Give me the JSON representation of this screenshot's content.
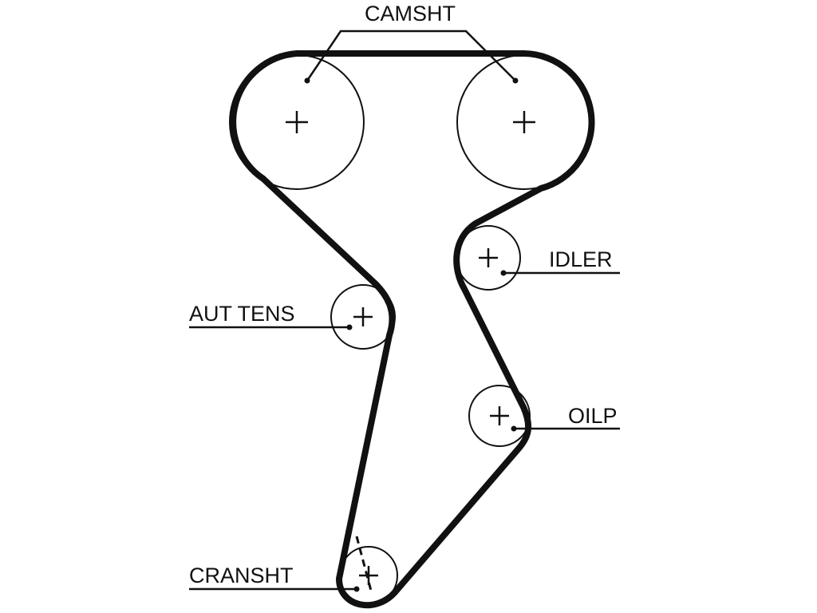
{
  "labels": {
    "camshaft": "CAMSHT",
    "idler": "IDLER",
    "auto_tensioner": "AUT TENS",
    "oil_pump": "OILP",
    "crankshaft": "CRANSHT"
  },
  "colors": {
    "line": "#111111",
    "background": "#ffffff"
  }
}
